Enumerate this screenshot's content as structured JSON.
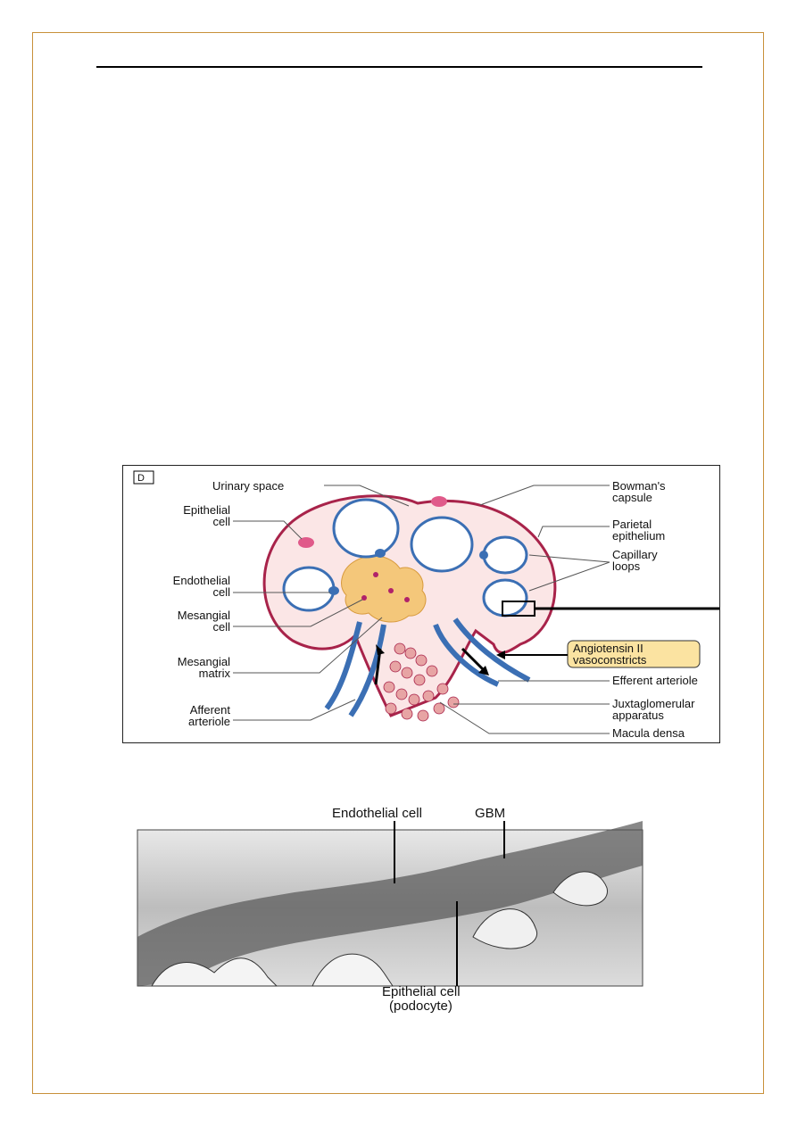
{
  "figure_d": {
    "panel_label": "D",
    "labels": {
      "urinary_space": "Urinary space",
      "epithelial_1": "Epithelial",
      "epithelial_2": "cell",
      "endothelial_1": "Endothelial",
      "endothelial_2": "cell",
      "mesangial_cell_1": "Mesangial",
      "mesangial_cell_2": "cell",
      "mesangial_matrix_1": "Mesangial",
      "mesangial_matrix_2": "matrix",
      "afferent_1": "Afferent",
      "afferent_2": "arteriole",
      "bowmans_1": "Bowman's",
      "bowmans_2": "capsule",
      "parietal_1": "Parietal",
      "parietal_2": "epithelium",
      "capillary_1": "Capillary",
      "capillary_2": "loops",
      "angiotensin_1": "Angiotensin II",
      "angiotensin_2": "vasoconstricts",
      "efferent": "Efferent arteriole",
      "juxta_1": "Juxtaglomerular",
      "juxta_2": "apparatus",
      "macula": "Macula densa"
    }
  },
  "figure_em": {
    "labels": {
      "endothelial": "Endothelial cell",
      "gbm": "GBM",
      "epithelial_1": "Epithelial cell",
      "epithelial_2": "(podocyte)"
    }
  },
  "colors": {
    "page_border": "#c8903a",
    "capsule": "#a8234a",
    "urinary_space": "#f9dede",
    "mesangium": "#f4c77a",
    "endothelium": "#3b6fb4",
    "callout": "#fbe3a1"
  }
}
